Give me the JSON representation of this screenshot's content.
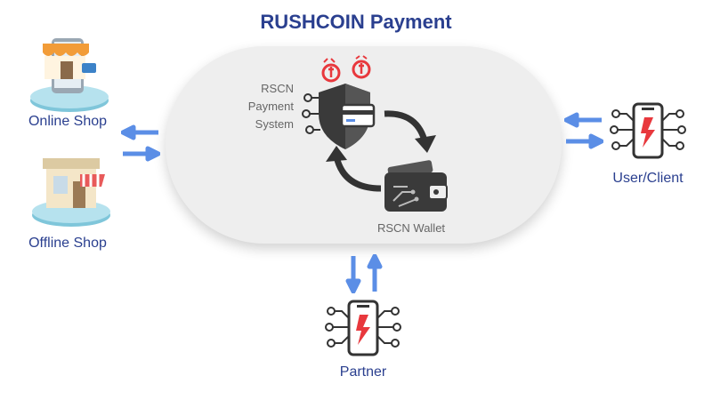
{
  "title": "RUSHCOIN Payment",
  "payment_system_lines": [
    "RSCN",
    "Payment",
    "System"
  ],
  "wallet_label": "RSCN Wallet",
  "nodes": {
    "online_shop": "Online Shop",
    "offline_shop": "Offline Shop",
    "user_client": "User/Client",
    "partner": "Partner"
  },
  "colors": {
    "title": "#2a3f8f",
    "arrow_blue": "#5b8ee6",
    "icon_dark": "#333333",
    "icon_red": "#e8383d"
  }
}
